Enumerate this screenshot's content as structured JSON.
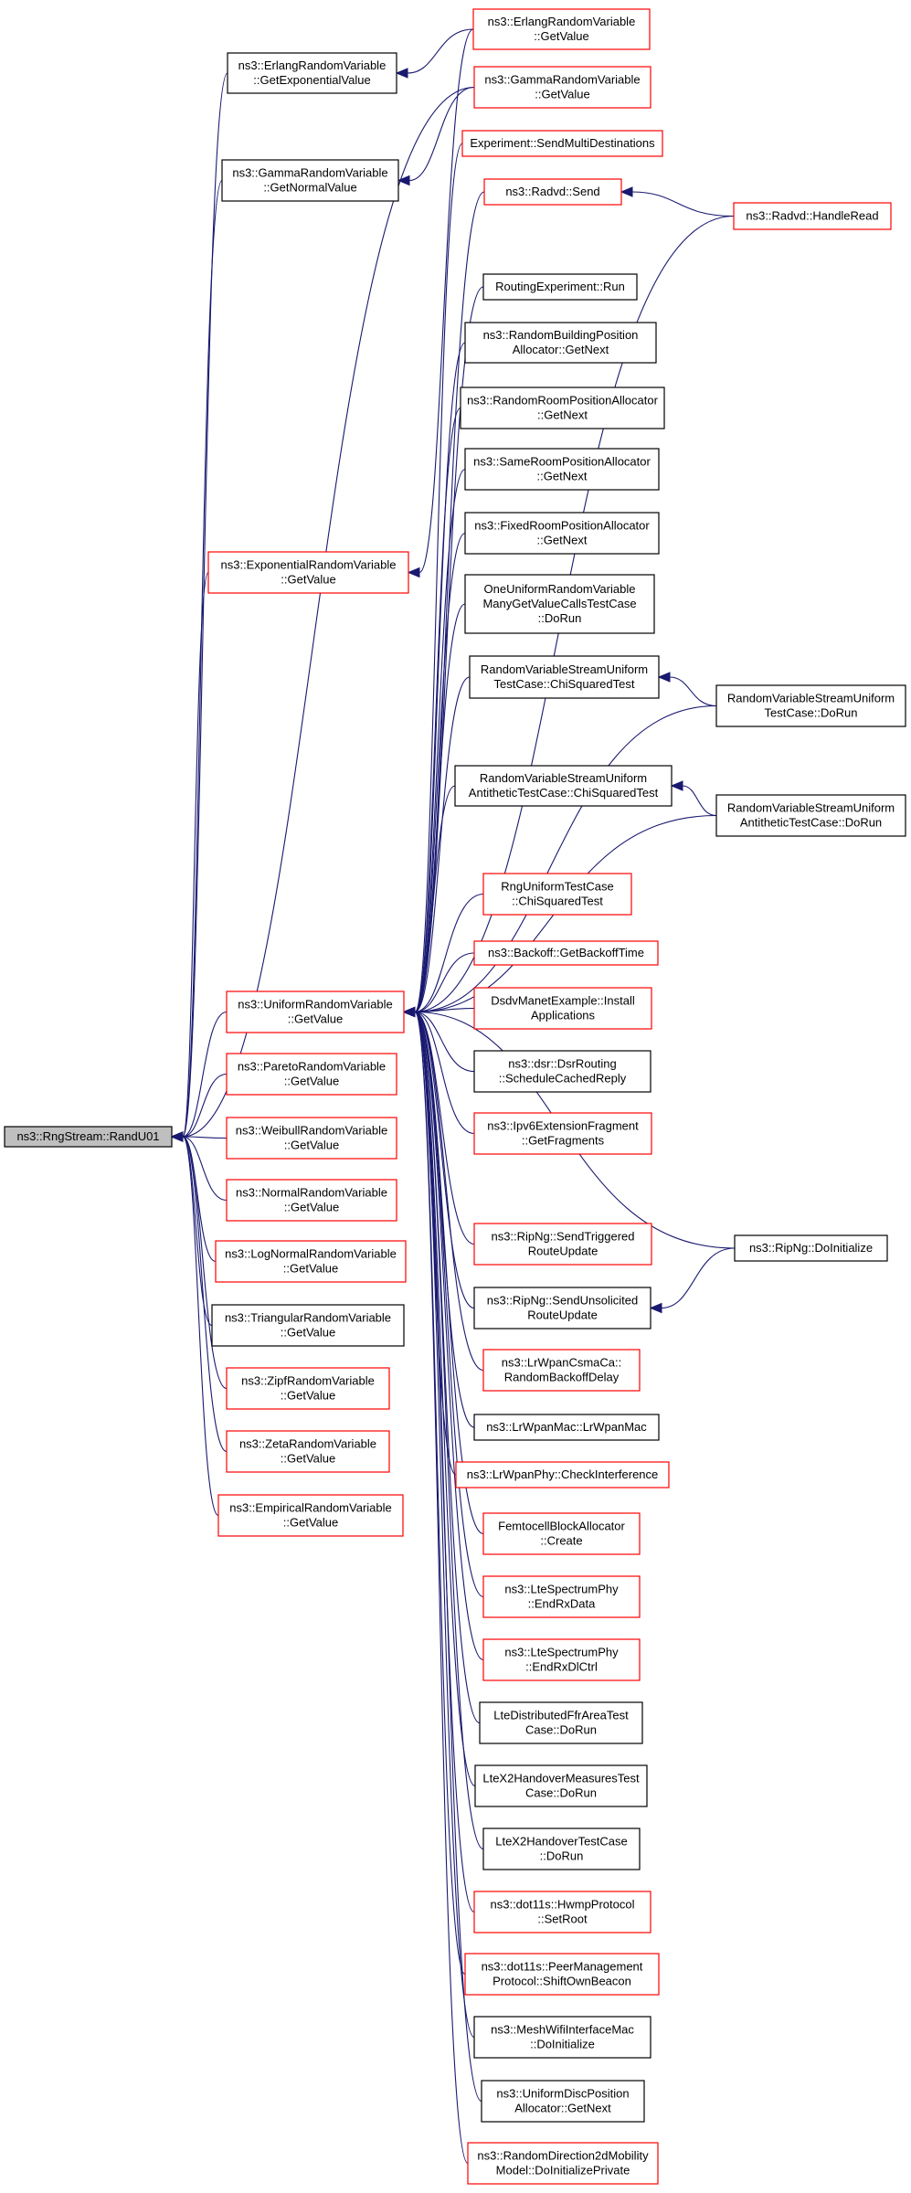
{
  "colors": {
    "edge": "#191970",
    "node_red_border": "#ff0000",
    "node_black_border": "#000000",
    "root_fill": "#bfbfbf",
    "node_fill": "#ffffff",
    "text": "#000000"
  },
  "nodes": [
    {
      "id": "root",
      "lines": [
        "ns3::RngStream::RandU01"
      ],
      "style": "root"
    },
    {
      "id": "erlang_getexp",
      "lines": [
        "ns3::ErlangRandomVariable",
        "::GetExponentialValue"
      ],
      "style": "black"
    },
    {
      "id": "erlang_getvalue",
      "lines": [
        "ns3::ErlangRandomVariable",
        "::GetValue"
      ],
      "style": "red"
    },
    {
      "id": "gamma_getnormal",
      "lines": [
        "ns3::GammaRandomVariable",
        "::GetNormalValue"
      ],
      "style": "black"
    },
    {
      "id": "gamma_getvalue",
      "lines": [
        "ns3::GammaRandomVariable",
        "::GetValue"
      ],
      "style": "red"
    },
    {
      "id": "exp_getvalue",
      "lines": [
        "ns3::ExponentialRandomVariable",
        "::GetValue"
      ],
      "style": "red"
    },
    {
      "id": "uniform_getvalue",
      "lines": [
        "ns3::UniformRandomVariable",
        "::GetValue"
      ],
      "style": "red"
    },
    {
      "id": "pareto",
      "lines": [
        "ns3::ParetoRandomVariable",
        "::GetValue"
      ],
      "style": "red"
    },
    {
      "id": "weibull",
      "lines": [
        "ns3::WeibullRandomVariable",
        "::GetValue"
      ],
      "style": "red"
    },
    {
      "id": "normal",
      "lines": [
        "ns3::NormalRandomVariable",
        "::GetValue"
      ],
      "style": "red"
    },
    {
      "id": "lognormal",
      "lines": [
        "ns3::LogNormalRandomVariable",
        "::GetValue"
      ],
      "style": "red"
    },
    {
      "id": "triangular",
      "lines": [
        "ns3::TriangularRandomVariable",
        "::GetValue"
      ],
      "style": "black"
    },
    {
      "id": "zipf",
      "lines": [
        "ns3::ZipfRandomVariable",
        "::GetValue"
      ],
      "style": "red"
    },
    {
      "id": "zeta",
      "lines": [
        "ns3::ZetaRandomVariable",
        "::GetValue"
      ],
      "style": "red"
    },
    {
      "id": "empirical",
      "lines": [
        "ns3::EmpiricalRandomVariable",
        "::GetValue"
      ],
      "style": "red"
    },
    {
      "id": "sendmulti",
      "lines": [
        "Experiment::SendMultiDestinations"
      ],
      "style": "red"
    },
    {
      "id": "radvd_send",
      "lines": [
        "ns3::Radvd::Send"
      ],
      "style": "red"
    },
    {
      "id": "radvd_handleread",
      "lines": [
        "ns3::Radvd::HandleRead"
      ],
      "style": "red"
    },
    {
      "id": "routingexp",
      "lines": [
        "RoutingExperiment::Run"
      ],
      "style": "black"
    },
    {
      "id": "randbuilding",
      "lines": [
        "ns3::RandomBuildingPosition",
        "Allocator::GetNext"
      ],
      "style": "black"
    },
    {
      "id": "randroom",
      "lines": [
        "ns3::RandomRoomPositionAllocator",
        "::GetNext"
      ],
      "style": "black"
    },
    {
      "id": "sameroom",
      "lines": [
        "ns3::SameRoomPositionAllocator",
        "::GetNext"
      ],
      "style": "black"
    },
    {
      "id": "fixedroom",
      "lines": [
        "ns3::FixedRoomPositionAllocator",
        "::GetNext"
      ],
      "style": "black"
    },
    {
      "id": "oneuniform",
      "lines": [
        "OneUniformRandomVariable",
        "ManyGetValueCallsTestCase",
        "::DoRun"
      ],
      "style": "black"
    },
    {
      "id": "rvsu_chi",
      "lines": [
        "RandomVariableStreamUniform",
        "TestCase::ChiSquaredTest"
      ],
      "style": "black"
    },
    {
      "id": "rvsu_dorun",
      "lines": [
        "RandomVariableStreamUniform",
        "TestCase::DoRun"
      ],
      "style": "black"
    },
    {
      "id": "rvsua_chi",
      "lines": [
        "RandomVariableStreamUniform",
        "AntitheticTestCase::ChiSquaredTest"
      ],
      "style": "black"
    },
    {
      "id": "rvsua_dorun",
      "lines": [
        "RandomVariableStreamUniform",
        "AntitheticTestCase::DoRun"
      ],
      "style": "black"
    },
    {
      "id": "rnguniform",
      "lines": [
        "RngUniformTestCase",
        "::ChiSquaredTest"
      ],
      "style": "red"
    },
    {
      "id": "backoff",
      "lines": [
        "ns3::Backoff::GetBackoffTime"
      ],
      "style": "red"
    },
    {
      "id": "dsdv",
      "lines": [
        "DsdvManetExample::Install",
        "Applications"
      ],
      "style": "red"
    },
    {
      "id": "dsr",
      "lines": [
        "ns3::dsr::DsrRouting",
        "::ScheduleCachedReply"
      ],
      "style": "black"
    },
    {
      "id": "ipv6frag",
      "lines": [
        "ns3::Ipv6ExtensionFragment",
        "::GetFragments"
      ],
      "style": "red"
    },
    {
      "id": "ripng_trig",
      "lines": [
        "ns3::RipNg::SendTriggered",
        "RouteUpdate"
      ],
      "style": "red"
    },
    {
      "id": "ripng_doinit",
      "lines": [
        "ns3::RipNg::DoInitialize"
      ],
      "style": "black"
    },
    {
      "id": "ripng_unsol",
      "lines": [
        "ns3::RipNg::SendUnsolicited",
        "RouteUpdate"
      ],
      "style": "black"
    },
    {
      "id": "lrwpancsma",
      "lines": [
        "ns3::LrWpanCsmaCa::",
        "RandomBackoffDelay"
      ],
      "style": "red"
    },
    {
      "id": "lrwpanmac",
      "lines": [
        "ns3::LrWpanMac::LrWpanMac"
      ],
      "style": "black"
    },
    {
      "id": "lrwpanphy",
      "lines": [
        "ns3::LrWpanPhy::CheckInterference"
      ],
      "style": "red"
    },
    {
      "id": "femtocell",
      "lines": [
        "FemtocellBlockAllocator",
        "::Create"
      ],
      "style": "red"
    },
    {
      "id": "lte_endrxdata",
      "lines": [
        "ns3::LteSpectrumPhy",
        "::EndRxData"
      ],
      "style": "red"
    },
    {
      "id": "lte_endrxdlctrl",
      "lines": [
        "ns3::LteSpectrumPhy",
        "::EndRxDlCtrl"
      ],
      "style": "red"
    },
    {
      "id": "ltedistributed",
      "lines": [
        "LteDistributedFfrAreaTest",
        "Case::DoRun"
      ],
      "style": "black"
    },
    {
      "id": "ltex2measures",
      "lines": [
        "LteX2HandoverMeasuresTest",
        "Case::DoRun"
      ],
      "style": "black"
    },
    {
      "id": "ltex2handover",
      "lines": [
        "LteX2HandoverTestCase",
        "::DoRun"
      ],
      "style": "black"
    },
    {
      "id": "hwmp",
      "lines": [
        "ns3::dot11s::HwmpProtocol",
        "::SetRoot"
      ],
      "style": "red"
    },
    {
      "id": "peermgmt",
      "lines": [
        "ns3::dot11s::PeerManagement",
        "Protocol::ShiftOwnBeacon"
      ],
      "style": "red"
    },
    {
      "id": "meshwifi",
      "lines": [
        "ns3::MeshWifiInterfaceMac",
        "::DoInitialize"
      ],
      "style": "black"
    },
    {
      "id": "uniformdisc",
      "lines": [
        "ns3::UniformDiscPosition",
        "Allocator::GetNext"
      ],
      "style": "black"
    },
    {
      "id": "randdir2d",
      "lines": [
        "ns3::RandomDirection2dMobility",
        "Model::DoInitializePrivate"
      ],
      "style": "red"
    }
  ],
  "edges": [
    [
      "root",
      "erlang_getexp"
    ],
    [
      "root",
      "gamma_getnormal"
    ],
    [
      "root",
      "exp_getvalue"
    ],
    [
      "root",
      "gamma_getvalue"
    ],
    [
      "root",
      "uniform_getvalue"
    ],
    [
      "root",
      "pareto"
    ],
    [
      "root",
      "weibull"
    ],
    [
      "root",
      "normal"
    ],
    [
      "root",
      "lognormal"
    ],
    [
      "root",
      "triangular"
    ],
    [
      "root",
      "zipf"
    ],
    [
      "root",
      "zeta"
    ],
    [
      "root",
      "empirical"
    ],
    [
      "erlang_getexp",
      "erlang_getvalue"
    ],
    [
      "gamma_getnormal",
      "gamma_getvalue"
    ],
    [
      "exp_getvalue",
      "erlang_getvalue"
    ],
    [
      "uniform_getvalue",
      "sendmulti"
    ],
    [
      "uniform_getvalue",
      "radvd_send"
    ],
    [
      "uniform_getvalue",
      "radvd_handleread"
    ],
    [
      "uniform_getvalue",
      "routingexp"
    ],
    [
      "uniform_getvalue",
      "randbuilding"
    ],
    [
      "uniform_getvalue",
      "randroom"
    ],
    [
      "uniform_getvalue",
      "sameroom"
    ],
    [
      "uniform_getvalue",
      "fixedroom"
    ],
    [
      "uniform_getvalue",
      "oneuniform"
    ],
    [
      "uniform_getvalue",
      "rvsu_chi"
    ],
    [
      "uniform_getvalue",
      "rvsu_dorun"
    ],
    [
      "uniform_getvalue",
      "rvsua_chi"
    ],
    [
      "uniform_getvalue",
      "rvsua_dorun"
    ],
    [
      "uniform_getvalue",
      "rnguniform"
    ],
    [
      "uniform_getvalue",
      "backoff"
    ],
    [
      "uniform_getvalue",
      "dsdv"
    ],
    [
      "uniform_getvalue",
      "dsr"
    ],
    [
      "uniform_getvalue",
      "ipv6frag"
    ],
    [
      "uniform_getvalue",
      "ripng_trig"
    ],
    [
      "uniform_getvalue",
      "ripng_doinit"
    ],
    [
      "uniform_getvalue",
      "ripng_unsol"
    ],
    [
      "uniform_getvalue",
      "lrwpancsma"
    ],
    [
      "uniform_getvalue",
      "lrwpanmac"
    ],
    [
      "uniform_getvalue",
      "lrwpanphy"
    ],
    [
      "uniform_getvalue",
      "femtocell"
    ],
    [
      "uniform_getvalue",
      "lte_endrxdata"
    ],
    [
      "uniform_getvalue",
      "lte_endrxdlctrl"
    ],
    [
      "uniform_getvalue",
      "ltedistributed"
    ],
    [
      "uniform_getvalue",
      "ltex2measures"
    ],
    [
      "uniform_getvalue",
      "ltex2handover"
    ],
    [
      "uniform_getvalue",
      "hwmp"
    ],
    [
      "uniform_getvalue",
      "peermgmt"
    ],
    [
      "uniform_getvalue",
      "meshwifi"
    ],
    [
      "uniform_getvalue",
      "uniformdisc"
    ],
    [
      "uniform_getvalue",
      "randdir2d"
    ],
    [
      "radvd_send",
      "radvd_handleread"
    ],
    [
      "rvsu_chi",
      "rvsu_dorun"
    ],
    [
      "rvsua_chi",
      "rvsua_dorun"
    ],
    [
      "ripng_unsol",
      "ripng_doinit"
    ]
  ]
}
